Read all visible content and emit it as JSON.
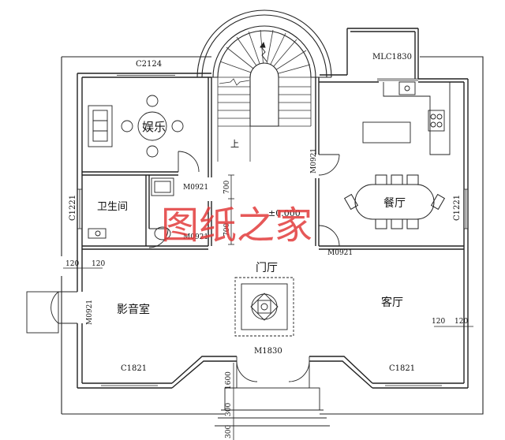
{
  "rooms": {
    "entertainment": "娱乐",
    "bathroom": "卫生间",
    "dining": "餐厅",
    "foyer": "门厅",
    "theater": "影音室",
    "living": "客厅"
  },
  "windows": {
    "c2124": "C2124",
    "mlc1830": "MLC1830",
    "c1221_left": "C1221",
    "c1221_right": "C1221",
    "c1821_left": "C1821",
    "c1821_right": "C1821"
  },
  "doors": {
    "m0921_a": "M0921",
    "m0921_b": "M0921",
    "m0921_c": "M0921",
    "m0921_d": "M0921",
    "m0921_e": "M0921",
    "m1830": "M1830"
  },
  "dimensions": {
    "d700_a": "700",
    "d700_b": "700",
    "elevation": "±0.000",
    "d120_l1": "120",
    "d120_l2": "120",
    "d120_r1": "120",
    "d120_r2": "120",
    "d1600": "1600",
    "d300_a": "300",
    "d300_b": "300"
  },
  "stair": {
    "up_label": "上"
  },
  "watermark": "图纸之家"
}
